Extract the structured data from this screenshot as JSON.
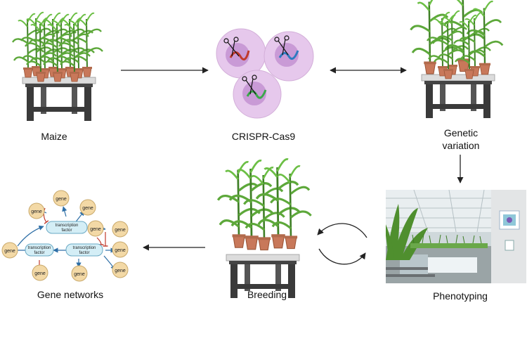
{
  "labels": {
    "maize": "Maize",
    "crispr": "CRISPR-Cas9",
    "genetic_line1": "Genetic",
    "genetic_line2": "variation",
    "phenotyping": "Phenotyping",
    "breeding": "Breeding",
    "gene_networks": "Gene networks"
  },
  "network": {
    "gene": "gene",
    "tf_line1": "transcription",
    "tf_line2": "factor"
  },
  "colors": {
    "plant": "#5da83a",
    "plant_dark": "#3f7f26",
    "pot": "#c8785a",
    "table_top": "#dcdcdc",
    "table_leg": "#3a3a3a",
    "cell": "#e6c8ec",
    "nucleus": "#c99ad6",
    "gene_node": "#f3d9a6",
    "tf_node": "#d4eef6",
    "edge_blue": "#2d6ea6",
    "edge_red": "#c0392b"
  }
}
